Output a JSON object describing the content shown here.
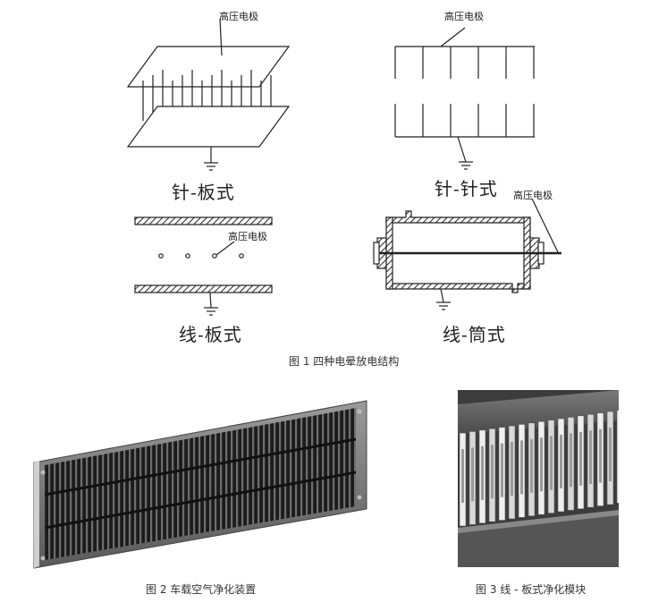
{
  "figure1": {
    "needle_plate": {
      "label": "针-板式",
      "electrode": "高压电极"
    },
    "needle_needle": {
      "label": "针-针式",
      "electrode": "高压电极"
    },
    "wire_plate": {
      "label": "线-板式",
      "electrode": "高压电极"
    },
    "wire_tube": {
      "label": "线-筒式",
      "electrode": "高压电极"
    },
    "caption": "图 1 四种电晕放电结构"
  },
  "figure2": {
    "caption": "图 2 车载空气净化装置"
  },
  "figure3": {
    "caption": "图 3 线 - 板式净化模块"
  }
}
